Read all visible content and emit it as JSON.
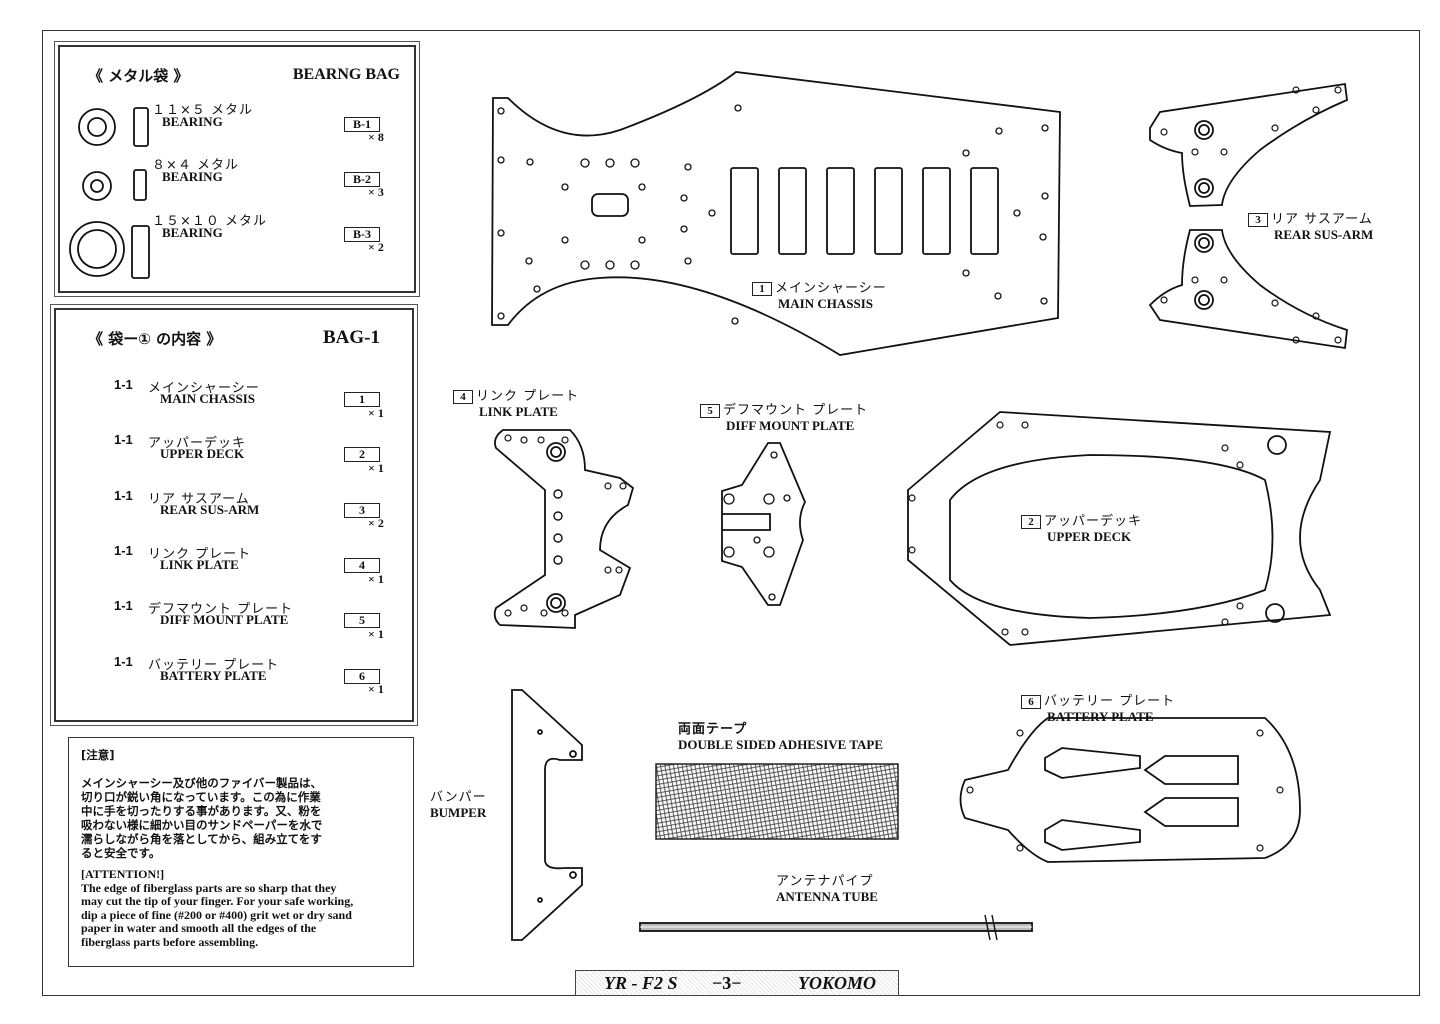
{
  "bearing_bag": {
    "title_jp": "《 メタル袋 》",
    "title_en": "BEARNG BAG",
    "items": [
      {
        "size": "１１×５ メタル",
        "name": "BEARING",
        "code": "B-1",
        "qty": "× 8"
      },
      {
        "size": "８×４ メタル",
        "name": "BEARING",
        "code": "B-2",
        "qty": "× 3"
      },
      {
        "size": "１５×１０ メタル",
        "name": "BEARING",
        "code": "B-3",
        "qty": "× 2"
      }
    ]
  },
  "bag1": {
    "title_jp": "《 袋ー① の内容 》",
    "title_en": "BAG-1",
    "items": [
      {
        "num": "1-1",
        "jp": "メインシャーシー",
        "en": "MAIN CHASSIS",
        "code": "1",
        "qty": "× 1"
      },
      {
        "num": "1-1",
        "jp": "アッパーデッキ",
        "en": "UPPER DECK",
        "code": "2",
        "qty": "× 1"
      },
      {
        "num": "1-1",
        "jp": "リア サスアーム",
        "en": "REAR SUS-ARM",
        "code": "3",
        "qty": "× 2"
      },
      {
        "num": "1-1",
        "jp": "リンク プレート",
        "en": "LINK PLATE",
        "code": "4",
        "qty": "× 1"
      },
      {
        "num": "1-1",
        "jp": "デフマウント プレート",
        "en": "DIFF MOUNT PLATE",
        "code": "5",
        "qty": "× 1"
      },
      {
        "num": "1-1",
        "jp": "バッテリー プレート",
        "en": "BATTERY PLATE",
        "code": "6",
        "qty": "× 1"
      }
    ]
  },
  "caution": {
    "title_jp": "[注意]",
    "lines_jp": [
      "メインシャーシー及び他のファイバー製品は、",
      "切り口が鋭い角になっています。この為に作業",
      "中に手を切ったりする事があります。又、粉を",
      "吸わない様に細かい目のサンドペーパーを水で",
      "濡らしながら角を落としてから、組み立てをす",
      "ると安全です。"
    ],
    "title_en": "[ATTENTION!]",
    "lines_en": [
      "The edge of fiberglass parts are so sharp that they",
      "may cut the tip of your finger. For your safe working,",
      "dip a piece of fine (#200 or #400) grit wet or dry sand",
      "paper in water and smooth all the edges of the",
      "fiberglass parts before assembling."
    ]
  },
  "parts": {
    "main_chassis": {
      "num": "1",
      "jp": "メインシャーシー",
      "en": "MAIN CHASSIS"
    },
    "upper_deck": {
      "num": "2",
      "jp": "アッパーデッキ",
      "en": "UPPER DECK"
    },
    "rear_sus_arm": {
      "num": "3",
      "jp": "リア サスアーム",
      "en": "REAR SUS-ARM"
    },
    "link_plate": {
      "num": "4",
      "jp": "リンク プレート",
      "en": "LINK PLATE"
    },
    "diff_mount": {
      "num": "5",
      "jp": "デフマウント プレート",
      "en": "DIFF MOUNT PLATE"
    },
    "battery_plate": {
      "num": "6",
      "jp": "バッテリー プレート",
      "en": "BATTERY PLATE"
    },
    "bumper": {
      "jp": "バンパー",
      "en": "BUMPER"
    },
    "tape": {
      "jp": "両面テープ",
      "en": "DOUBLE SIDED ADHESIVE TAPE"
    },
    "antenna": {
      "jp": "アンテナパイプ",
      "en": "ANTENNA TUBE"
    }
  },
  "footer": {
    "model": "YR - F2 S",
    "page": "−3−",
    "brand": "YOKOMO"
  }
}
